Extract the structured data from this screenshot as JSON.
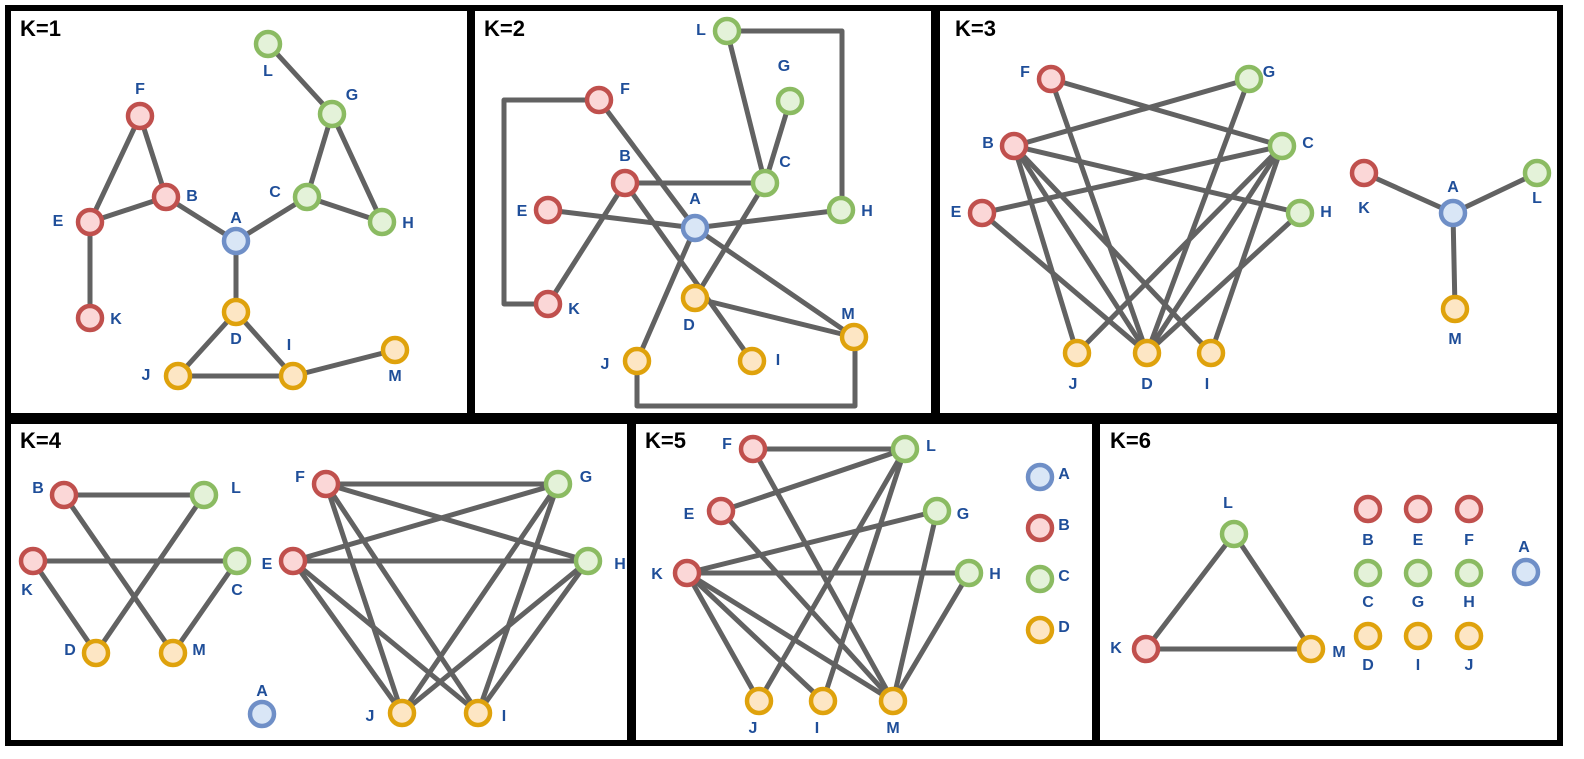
{
  "colors": {
    "red": {
      "stroke": "#c0504d",
      "fill": "#fbd7d7"
    },
    "green": {
      "stroke": "#8bbb62",
      "fill": "#e4f2d9"
    },
    "blue": {
      "stroke": "#6f8fc7",
      "fill": "#d9e6f6"
    },
    "orange": {
      "stroke": "#dfa20c",
      "fill": "#fde6c4"
    },
    "edge": "#626262",
    "label": "#1f4e99",
    "frame": "#000000"
  },
  "panels": [
    {
      "title": "K=1",
      "nodes": [
        {
          "id": "F",
          "color": "red"
        },
        {
          "id": "B",
          "color": "red"
        },
        {
          "id": "E",
          "color": "red"
        },
        {
          "id": "K",
          "color": "red"
        },
        {
          "id": "L",
          "color": "green"
        },
        {
          "id": "G",
          "color": "green"
        },
        {
          "id": "C",
          "color": "green"
        },
        {
          "id": "H",
          "color": "green"
        },
        {
          "id": "A",
          "color": "blue"
        },
        {
          "id": "D",
          "color": "orange"
        },
        {
          "id": "J",
          "color": "orange"
        },
        {
          "id": "I",
          "color": "orange"
        },
        {
          "id": "M",
          "color": "orange"
        }
      ],
      "edges": [
        [
          "F",
          "B"
        ],
        [
          "F",
          "E"
        ],
        [
          "E",
          "B"
        ],
        [
          "E",
          "K"
        ],
        [
          "B",
          "A"
        ],
        [
          "L",
          "G"
        ],
        [
          "G",
          "C"
        ],
        [
          "G",
          "H"
        ],
        [
          "C",
          "H"
        ],
        [
          "C",
          "A"
        ],
        [
          "A",
          "D"
        ],
        [
          "D",
          "J"
        ],
        [
          "D",
          "I"
        ],
        [
          "J",
          "I"
        ],
        [
          "I",
          "M"
        ]
      ]
    },
    {
      "title": "K=2",
      "nodes": [
        {
          "id": "L",
          "color": "green"
        },
        {
          "id": "G",
          "color": "green"
        },
        {
          "id": "F",
          "color": "red"
        },
        {
          "id": "B",
          "color": "red"
        },
        {
          "id": "C",
          "color": "green"
        },
        {
          "id": "E",
          "color": "red"
        },
        {
          "id": "A",
          "color": "blue"
        },
        {
          "id": "H",
          "color": "green"
        },
        {
          "id": "K",
          "color": "red"
        },
        {
          "id": "D",
          "color": "orange"
        },
        {
          "id": "M",
          "color": "orange"
        },
        {
          "id": "J",
          "color": "orange"
        },
        {
          "id": "I",
          "color": "orange"
        }
      ],
      "edges": [
        [
          "F",
          "A"
        ],
        [
          "F",
          "K"
        ],
        [
          "B",
          "C"
        ],
        [
          "B",
          "K"
        ],
        [
          "B",
          "I"
        ],
        [
          "E",
          "A"
        ],
        [
          "A",
          "H"
        ],
        [
          "A",
          "M"
        ],
        [
          "A",
          "J"
        ],
        [
          "G",
          "C"
        ],
        [
          "L",
          "C"
        ],
        [
          "L",
          "H"
        ],
        [
          "C",
          "D"
        ],
        [
          "D",
          "M"
        ],
        [
          "J",
          "M"
        ]
      ]
    },
    {
      "title": "K=3",
      "nodes": [
        {
          "id": "F",
          "color": "red"
        },
        {
          "id": "G",
          "color": "green"
        },
        {
          "id": "B",
          "color": "red"
        },
        {
          "id": "C",
          "color": "green"
        },
        {
          "id": "E",
          "color": "red"
        },
        {
          "id": "H",
          "color": "green"
        },
        {
          "id": "J",
          "color": "orange"
        },
        {
          "id": "D",
          "color": "orange"
        },
        {
          "id": "I",
          "color": "orange"
        },
        {
          "id": "K",
          "color": "red"
        },
        {
          "id": "A",
          "color": "blue"
        },
        {
          "id": "L",
          "color": "green"
        },
        {
          "id": "M",
          "color": "orange"
        }
      ],
      "edges": [
        [
          "F",
          "C"
        ],
        [
          "F",
          "D"
        ],
        [
          "B",
          "G"
        ],
        [
          "B",
          "H"
        ],
        [
          "B",
          "D"
        ],
        [
          "B",
          "J"
        ],
        [
          "B",
          "I"
        ],
        [
          "E",
          "C"
        ],
        [
          "E",
          "D"
        ],
        [
          "G",
          "D"
        ],
        [
          "C",
          "J"
        ],
        [
          "C",
          "D"
        ],
        [
          "C",
          "I"
        ],
        [
          "H",
          "D"
        ],
        [
          "K",
          "A"
        ],
        [
          "A",
          "L"
        ],
        [
          "A",
          "M"
        ]
      ]
    },
    {
      "title": "K=4",
      "nodes": [
        {
          "id": "B",
          "color": "red"
        },
        {
          "id": "L",
          "color": "green"
        },
        {
          "id": "K",
          "color": "red"
        },
        {
          "id": "C",
          "color": "green"
        },
        {
          "id": "D",
          "color": "orange"
        },
        {
          "id": "M",
          "color": "orange"
        },
        {
          "id": "A",
          "color": "blue"
        },
        {
          "id": "F",
          "color": "red"
        },
        {
          "id": "G",
          "color": "green"
        },
        {
          "id": "E",
          "color": "red"
        },
        {
          "id": "H",
          "color": "green"
        },
        {
          "id": "J",
          "color": "orange"
        },
        {
          "id": "I",
          "color": "orange"
        }
      ],
      "edges": [
        [
          "B",
          "L"
        ],
        [
          "B",
          "M"
        ],
        [
          "K",
          "C"
        ],
        [
          "K",
          "D"
        ],
        [
          "L",
          "D"
        ],
        [
          "C",
          "M"
        ],
        [
          "F",
          "G"
        ],
        [
          "F",
          "H"
        ],
        [
          "F",
          "J"
        ],
        [
          "F",
          "I"
        ],
        [
          "E",
          "G"
        ],
        [
          "E",
          "H"
        ],
        [
          "E",
          "J"
        ],
        [
          "E",
          "I"
        ],
        [
          "G",
          "J"
        ],
        [
          "G",
          "I"
        ],
        [
          "H",
          "J"
        ],
        [
          "H",
          "I"
        ]
      ]
    },
    {
      "title": "K=5",
      "nodes": [
        {
          "id": "F",
          "color": "red"
        },
        {
          "id": "L",
          "color": "green"
        },
        {
          "id": "E",
          "color": "red"
        },
        {
          "id": "G",
          "color": "green"
        },
        {
          "id": "K",
          "color": "red"
        },
        {
          "id": "H",
          "color": "green"
        },
        {
          "id": "J",
          "color": "orange"
        },
        {
          "id": "I",
          "color": "orange"
        },
        {
          "id": "M",
          "color": "orange"
        },
        {
          "id": "A",
          "color": "blue"
        },
        {
          "id": "B",
          "color": "red"
        },
        {
          "id": "C",
          "color": "green"
        },
        {
          "id": "D",
          "color": "orange"
        }
      ],
      "edges": [
        [
          "F",
          "L"
        ],
        [
          "F",
          "M"
        ],
        [
          "E",
          "L"
        ],
        [
          "E",
          "M"
        ],
        [
          "K",
          "G"
        ],
        [
          "K",
          "H"
        ],
        [
          "K",
          "J"
        ],
        [
          "K",
          "I"
        ],
        [
          "K",
          "M"
        ],
        [
          "L",
          "J"
        ],
        [
          "L",
          "I"
        ],
        [
          "G",
          "M"
        ],
        [
          "H",
          "M"
        ]
      ]
    },
    {
      "title": "K=6",
      "nodes": [
        {
          "id": "L",
          "color": "green"
        },
        {
          "id": "K",
          "color": "red"
        },
        {
          "id": "M",
          "color": "orange"
        },
        {
          "id": "B",
          "color": "red"
        },
        {
          "id": "E",
          "color": "red"
        },
        {
          "id": "F",
          "color": "red"
        },
        {
          "id": "C",
          "color": "green"
        },
        {
          "id": "G",
          "color": "green"
        },
        {
          "id": "H",
          "color": "green"
        },
        {
          "id": "D",
          "color": "orange"
        },
        {
          "id": "I",
          "color": "orange"
        },
        {
          "id": "J",
          "color": "orange"
        },
        {
          "id": "A",
          "color": "blue"
        }
      ],
      "edges": [
        [
          "L",
          "K"
        ],
        [
          "L",
          "M"
        ],
        [
          "K",
          "M"
        ]
      ]
    }
  ]
}
